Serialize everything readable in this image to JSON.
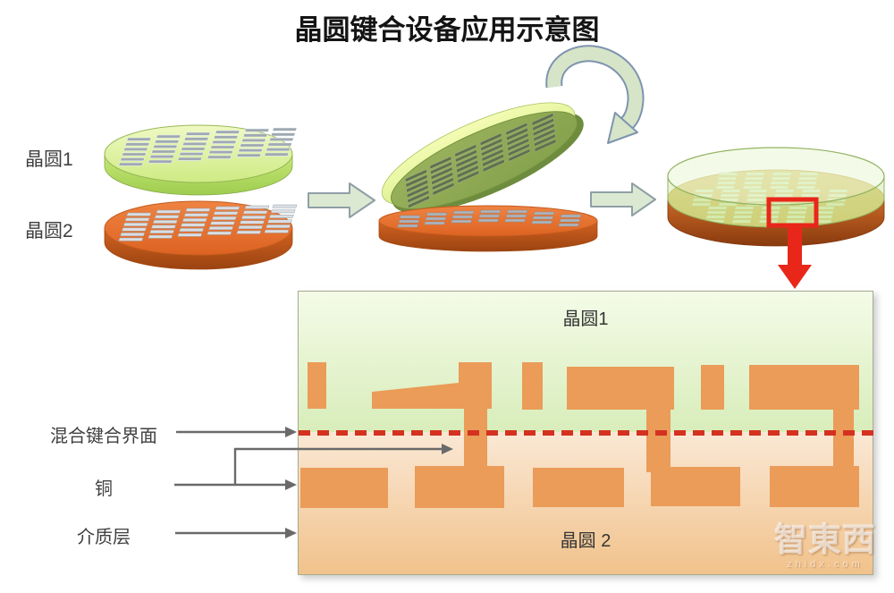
{
  "title": "晶圆键合设备应用示意图",
  "left_labels": {
    "wafer1": "晶圆1",
    "wafer2": "晶圆2"
  },
  "cross_section": {
    "wafer1": "晶圆1",
    "wafer2": "晶圆 2",
    "annotations": {
      "interface": "混合键合界面",
      "copper": "铜",
      "dielectric": "介质层"
    }
  },
  "watermark": {
    "brand": "智東西",
    "domain": "zhidx.com"
  },
  "colors": {
    "copper_fill": "#EA9C58",
    "interface_dash_red": "#D43120",
    "highlight_red": "#E8261A",
    "wafer_green_top": "#DDF29A",
    "wafer_green_rim": "#A8D95C",
    "wafer_orange_top": "#E4722F",
    "wafer_orange_rim": "#BE541C",
    "flow_arrow_fill": "#DCE9D2",
    "flow_arrow_outline": "#8E9FA6",
    "annotation_line_gray": "#6A6A6A"
  }
}
